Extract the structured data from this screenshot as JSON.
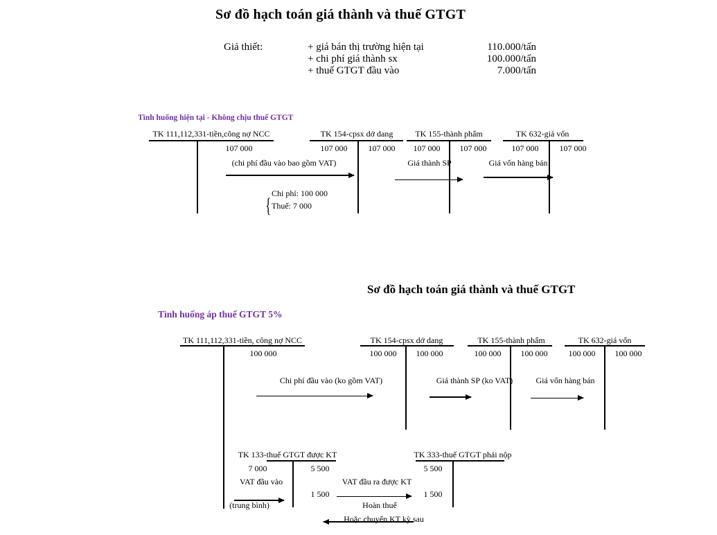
{
  "document": {
    "title_1": "Sơ đồ hạch toán giá thành và thuế GTGT",
    "title_2": "Sơ đồ hạch toán giá thành và thuế GTGT"
  },
  "assumptions": {
    "label": "Giả thiết:",
    "rows": [
      {
        "desc": "+ giá bán thị trường hiện tại",
        "amount": "110.000/tấn"
      },
      {
        "desc": "+ chi phí giá thành sx",
        "amount": "100.000/tấn"
      },
      {
        "desc": "+ thuế GTGT đầu vào",
        "amount": "7.000/tấn"
      }
    ]
  },
  "diagram1": {
    "scenario": "Tình huống hiện tại - Không chịu thuế GTGT",
    "accounts": [
      {
        "name": "TK 111,112,331-tiền,công nợ NCC",
        "debit": "",
        "credit": "107 000"
      },
      {
        "name": "TK 154-cpsx dở dang",
        "debit": "107 000",
        "credit": "107 000"
      },
      {
        "name": "TK 155-thành phẩm",
        "debit": "107 000",
        "credit": "107 000"
      },
      {
        "name": "TK 632-giá vốn",
        "debit": "107 000",
        "credit": "107 000"
      }
    ],
    "flows": [
      {
        "caption": "(chi phí đầu vào bao gồm VAT)"
      },
      {
        "caption": "Giá thành SP"
      },
      {
        "caption": "Giá vốn hàng bán"
      }
    ],
    "breakdown": {
      "line1": "Chi phí: 100 000",
      "line2": "Thuế: 7 000"
    }
  },
  "diagram2": {
    "scenario": "Tình huống áp thuế GTGT 5%",
    "accounts": [
      {
        "name": "TK 111,112,331-tiền, công nợ NCC",
        "debit": "",
        "credit": "100 000"
      },
      {
        "name": "TK 154-cpsx dở dang",
        "debit": "100 000",
        "credit": "100 000"
      },
      {
        "name": "TK 155-thành phẩm",
        "debit": "100 000",
        "credit": "100 000"
      },
      {
        "name": "TK 632-giá vốn",
        "debit": "100 000",
        "credit": "100 000"
      }
    ],
    "flows": [
      {
        "caption": "Chi phí đầu vào (ko gồm VAT)"
      },
      {
        "caption": "Giá thành SP (ko VAT)"
      },
      {
        "caption": "Giá vốn hàng bán"
      }
    ],
    "vat": {
      "tk133": {
        "name": "TK 133-thuế GTGT được KT",
        "debit": "7 000",
        "credit_top": "5 500",
        "credit_bottom": "1 500",
        "caption": "VAT đầu vào",
        "note": "(trung bình)"
      },
      "tk333": {
        "name": "TK 333-thuế GTGT phải nộp",
        "debit_top": "5 500",
        "debit_bottom": "1 500"
      },
      "transfer_caption": "VAT đầu ra được KT",
      "refund_caption_top": "Hoàn thuế",
      "refund_caption_bottom": "Hoặc chuyển KT kỳ sau"
    }
  },
  "colors": {
    "scenario": "#7030A0",
    "ink": "#000000",
    "background": "#ffffff"
  }
}
